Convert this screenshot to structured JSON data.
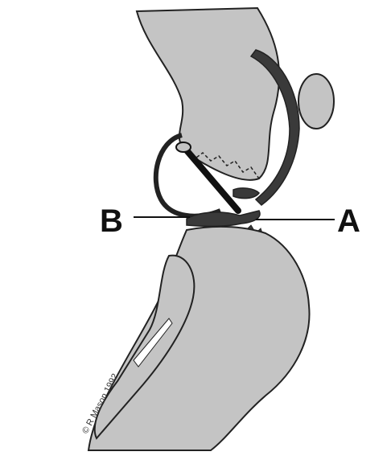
{
  "diagram": {
    "labels": {
      "a": "A",
      "b": "B"
    },
    "watermark": "© R Mason 1992",
    "colors": {
      "background": "#ffffff",
      "bone_fill": "#c4c4c4",
      "outline": "#222222",
      "dark_tissue": "#3a3a3a"
    }
  }
}
